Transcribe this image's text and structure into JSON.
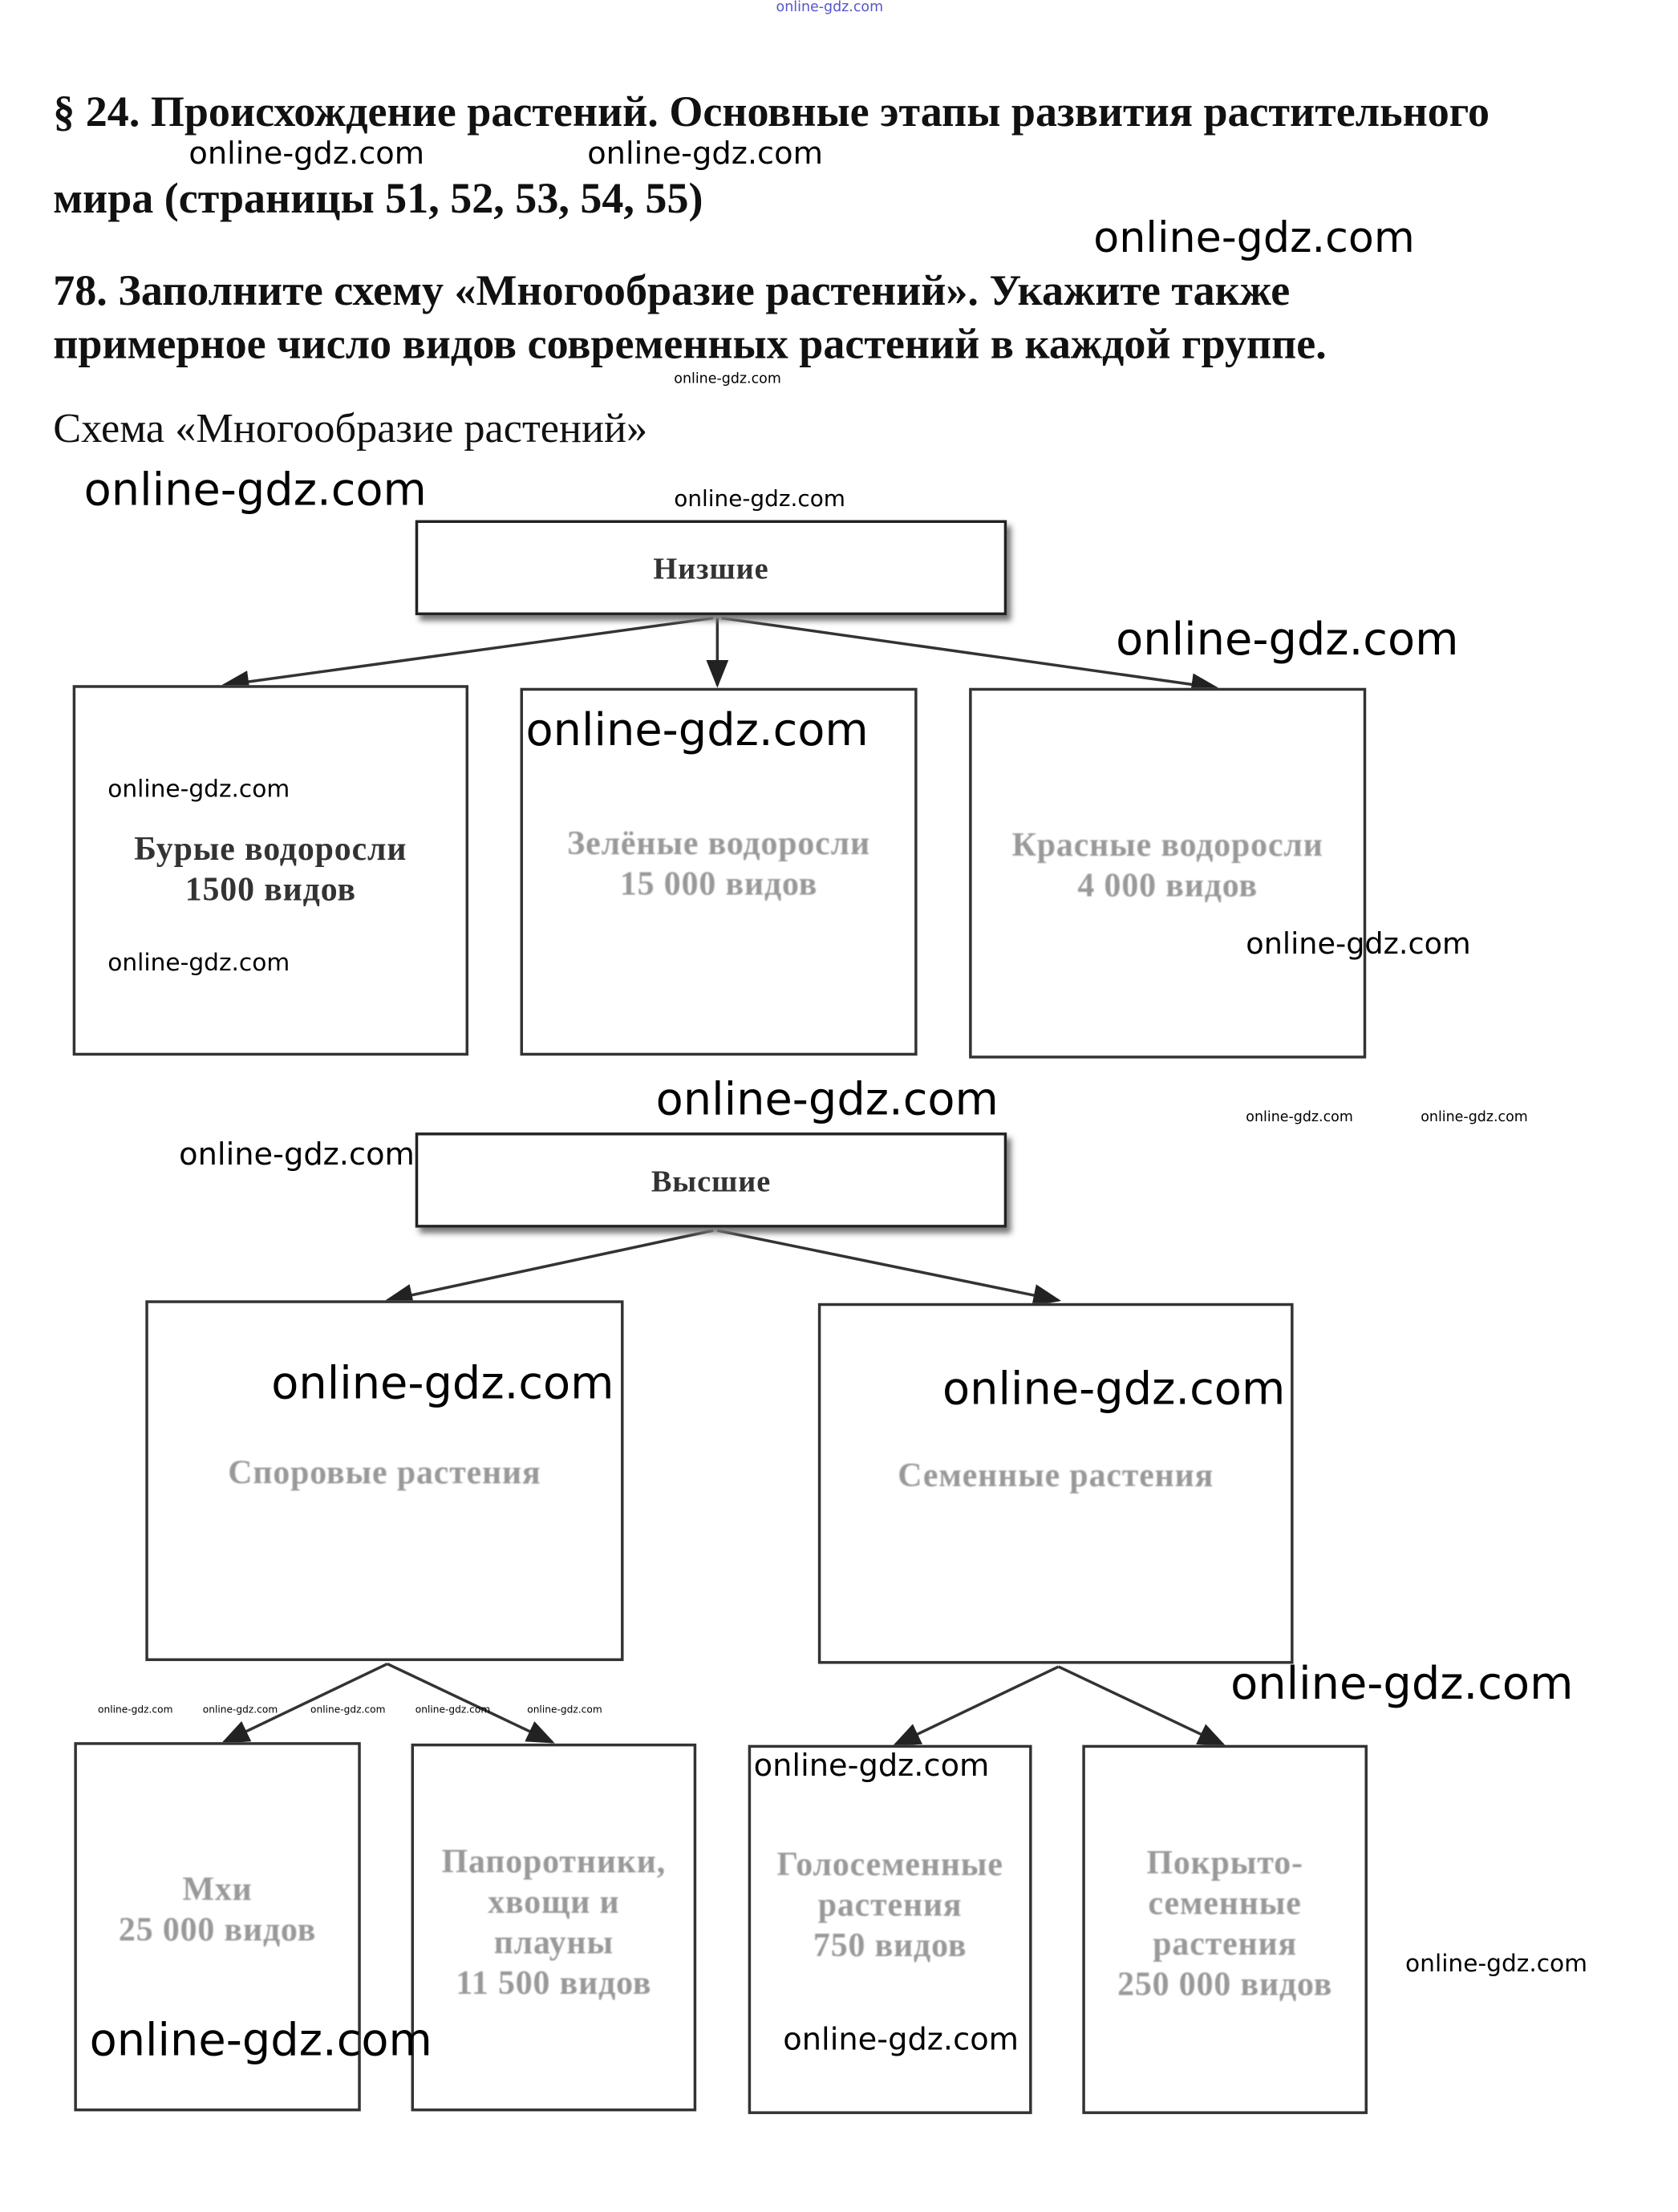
{
  "heading": {
    "paragraph_line1": "§ 24. Происхождение растений. Основные этапы развития растительного",
    "paragraph_line2": "мира (страницы 51, 52, 53, 54, 55)",
    "task_line1": "78. Заполните схему «Многообразие растений». Укажите также",
    "task_line2": "примерное число видов современных растений в каждой группе.",
    "scheme_title": "Схема «Многообразие растений»"
  },
  "diagram": {
    "lower": {
      "label": "Низшие",
      "children": [
        {
          "name": "Бурые водоросли",
          "count": "1500 видов"
        },
        {
          "name": "Зелёные водоросли",
          "count": "15 000 видов"
        },
        {
          "name": "Красные водоросли",
          "count": "4 000 видов"
        }
      ]
    },
    "higher": {
      "label": "Высшие",
      "children": [
        {
          "name": "Споровые растения",
          "children": [
            {
              "lines": [
                "Мхи",
                "25 000 видов"
              ]
            },
            {
              "lines": [
                "Папоротники,",
                "хвощи и",
                "плауны",
                "11 500 видов"
              ]
            }
          ]
        },
        {
          "name": "Семенные растения",
          "children": [
            {
              "lines": [
                "Голосеменные",
                "растения",
                "750 видов"
              ]
            },
            {
              "lines": [
                "Покрыто-",
                "семенные",
                "растения",
                "250 000 видов"
              ]
            }
          ]
        }
      ]
    }
  },
  "watermark": "online-gdz.com"
}
